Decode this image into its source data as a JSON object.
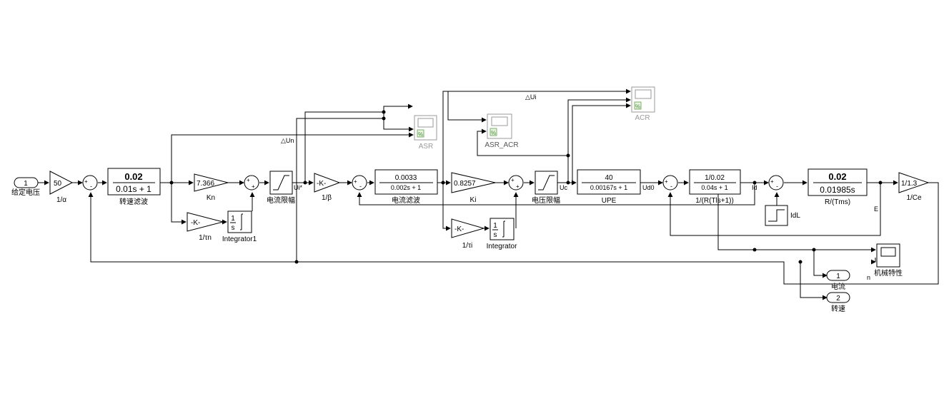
{
  "ports": {
    "in_1": {
      "number": "1",
      "label": "给定电压"
    },
    "out_1": {
      "number": "1",
      "label": "电流"
    },
    "out_2": {
      "number": "2",
      "label": "转速"
    }
  },
  "gains": {
    "g50": {
      "value": "50",
      "label": "1/α"
    },
    "kn": {
      "value": "7.366",
      "label": "Kn"
    },
    "one_over_tn": {
      "value": "-K-",
      "label": "1/τn"
    },
    "one_over_beta": {
      "value": "-K-",
      "label": "1/β"
    },
    "ki": {
      "value": "0.8257",
      "label": "Ki"
    },
    "one_over_ti": {
      "value": "-K-",
      "label": "1/τi"
    },
    "one_over_ce": {
      "value": "1/1.3",
      "label": "1/Ce"
    }
  },
  "transfer_functions": {
    "speed_filter": {
      "num": "0.02",
      "den": "0.01s + 1",
      "label": "转速滤波"
    },
    "current_filter": {
      "num": "0.0033",
      "den": "0.002s + 1",
      "label": "电流滤波"
    },
    "upe": {
      "num": "40",
      "den": "0.00167s + 1",
      "label": "UPE"
    },
    "armature": {
      "num": "1/0.02",
      "den": "0.04s + 1",
      "label": "1/(R(Tls+1))"
    },
    "mechanical": {
      "num": "0.02",
      "den": "0.01985s",
      "label": "R/(Tms)"
    }
  },
  "integrators": {
    "integrator1": {
      "text": "1",
      "den": "s",
      "label": "Integrator1"
    },
    "integrator": {
      "text": "1",
      "den": "s",
      "label": "Integrator"
    }
  },
  "saturations": {
    "current_limit": {
      "label": "电流限幅"
    },
    "voltage_limit": {
      "label": "电压限幅"
    }
  },
  "step": {
    "label": "IdL"
  },
  "scopes": {
    "asr": {
      "label": "ASR"
    },
    "asr_acr": {
      "label": "ASR_ACR"
    },
    "acr": {
      "label": "ACR"
    },
    "mech": {
      "label": "机械特性"
    }
  },
  "signals": {
    "ui_star": "Ui*",
    "uc": "Uc",
    "ud0": "Ud0",
    "id": "Id",
    "e": "E",
    "n": "n",
    "delta_un": "△Un",
    "delta_ui": "△Ui"
  },
  "sum_signs": {
    "plus": "+",
    "minus": "-"
  }
}
